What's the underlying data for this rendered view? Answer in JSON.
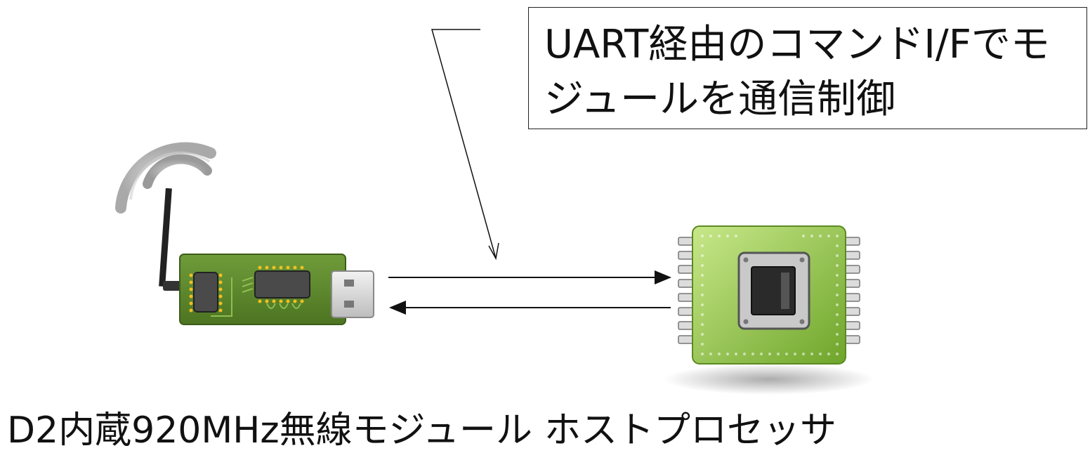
{
  "callout": {
    "line1": "UART経由のコマンドI/Fでモ",
    "line2": "ジュールを通信制御"
  },
  "module": {
    "label": "D2内蔵920MHz無線モジュール",
    "icon": "wireless-usb-module-icon"
  },
  "host": {
    "label": "ホストプロセッサ",
    "icon": "cpu-chip-icon"
  },
  "colors": {
    "board_green": "#5d8a2e",
    "chip_green": "#8cc63f",
    "antenna": "#222222",
    "line": "#111111"
  }
}
